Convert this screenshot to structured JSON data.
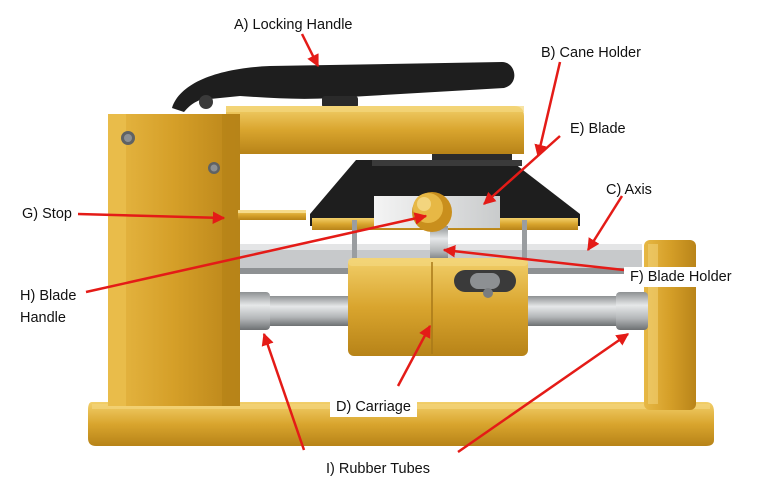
{
  "labels": {
    "a": "A) Locking Handle",
    "b": "B) Cane Holder",
    "c": "C) Axis",
    "d": "D) Carriage",
    "e": "E) Blade",
    "f": "F) Blade Holder",
    "g": "G) Stop",
    "h": "H) Blade Handle",
    "i": "I) Rubber Tubes"
  },
  "colors": {
    "gold": "#d9a52e",
    "gold_dark": "#a87818",
    "gold_light": "#f1cc67",
    "black_part": "#1e1e1e",
    "steel": "#b9bcbe",
    "arrow": "#e41b17"
  }
}
